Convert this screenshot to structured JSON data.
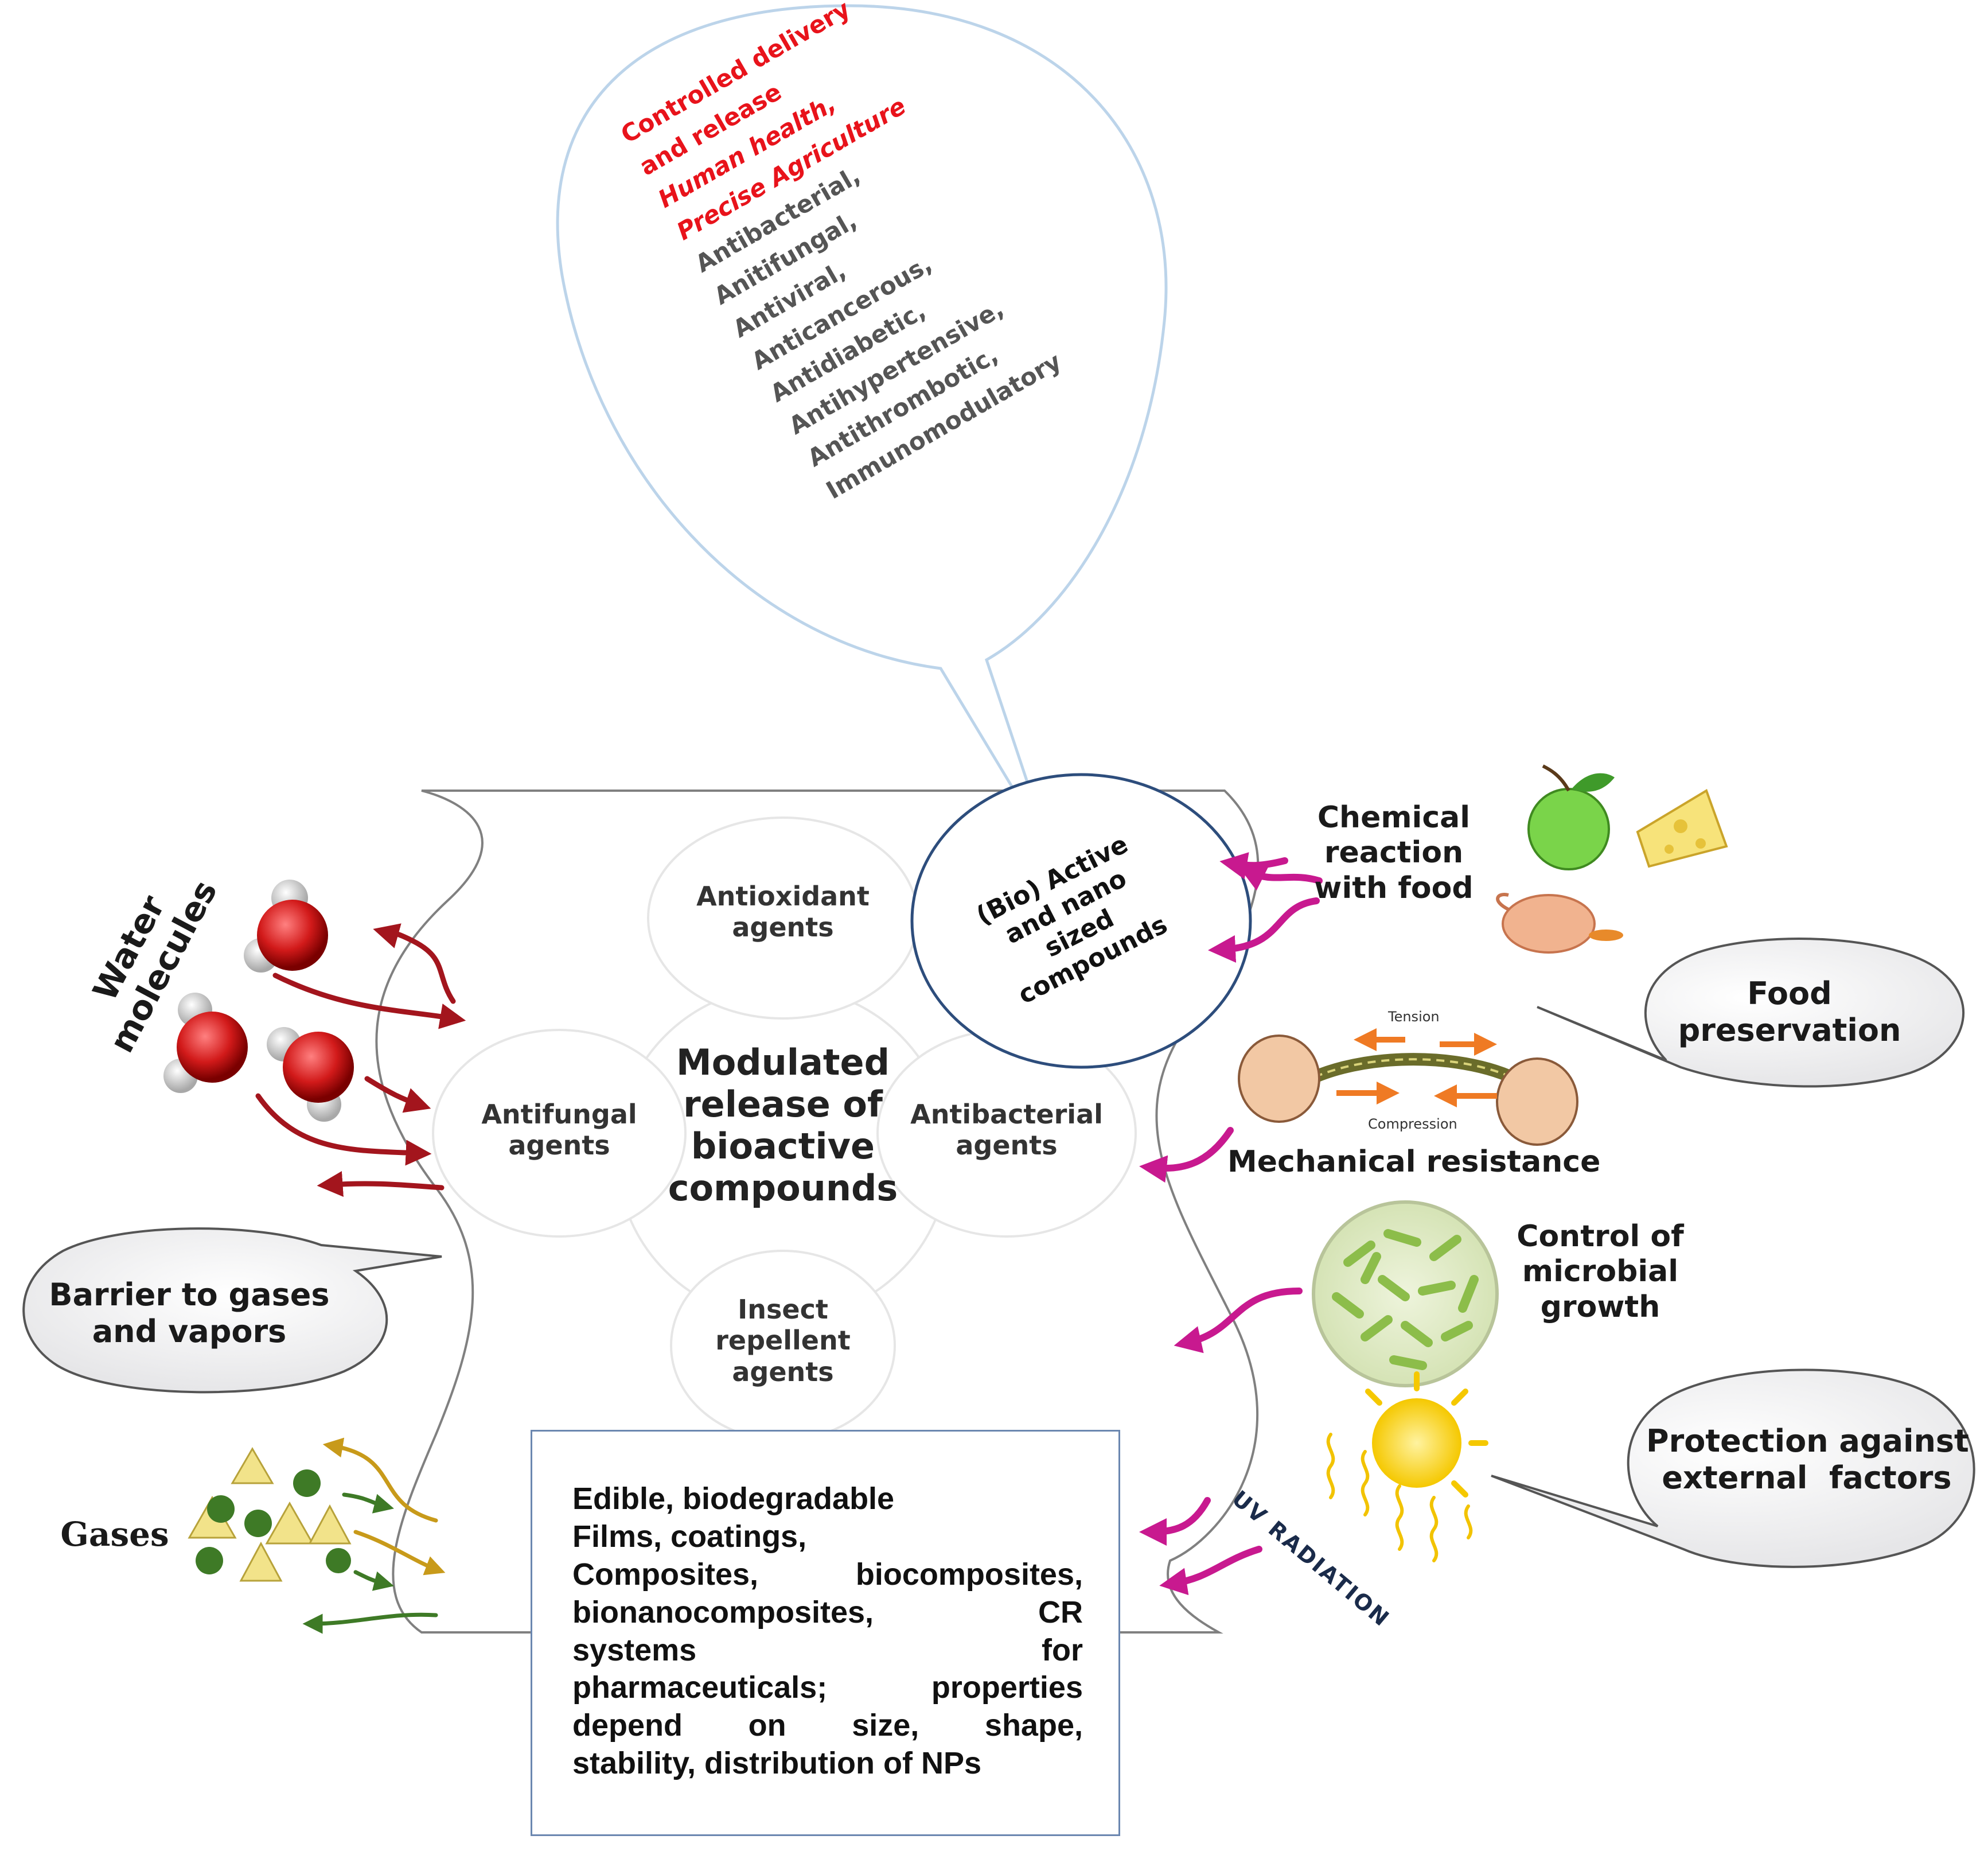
{
  "balloon": {
    "red_lines": [
      "Controlled delivery",
      "and release",
      "Human health,",
      "Precise Agriculture"
    ],
    "grey_lines": [
      "Antibacterial,",
      "Anitifungal,",
      "Antiviral,",
      "Anticancerous,",
      "Antidiabetic,",
      "Antihypertensive,",
      "Antithrombotic,",
      "Immunomodulatory"
    ]
  },
  "center": {
    "title_lines": [
      "Modulated",
      "release of",
      "bioactive",
      "compounds"
    ]
  },
  "petals": {
    "antioxidant": [
      "Antioxidant",
      "agents"
    ],
    "antifungal": [
      "Antifungal",
      "agents"
    ],
    "antibacterial": [
      "Antibacterial",
      "agents"
    ],
    "insect": [
      "Insect",
      "repellent",
      "agents"
    ]
  },
  "bioactive_circle": [
    "(Bio) Active",
    "and nano",
    "sized",
    "compounds"
  ],
  "left": {
    "water_label": "Water molecules",
    "barrier_bubble": [
      "Barrier to gases",
      "and vapors"
    ],
    "gases_label": "Gases"
  },
  "right": {
    "chemical_reaction": [
      "Chemical",
      "reaction",
      "with food"
    ],
    "food_preservation": [
      "Food",
      "preservation"
    ],
    "tension_label": "Tension",
    "compression_label": "Compression",
    "mechanical_resistance": "Mechanical resistance",
    "microbial_growth": [
      "Control of",
      "microbial",
      "growth"
    ],
    "protection_bubble": [
      "Protection against",
      "external  factors"
    ],
    "uv_label": "UV RADIATION"
  },
  "materials_box": {
    "lines": [
      "Edible, biodegradable",
      "Films, coatings,",
      "Composites, biocomposites,",
      "bionanocomposites,         CR",
      "systems                       for",
      "pharmaceuticals; properties",
      "depend on size, shape,",
      "stability, distribution of NPs"
    ]
  },
  "colors": {
    "red_text": "#e8131b",
    "magenta_arrow": "#c8198f",
    "dark_red_arrow": "#a3151d",
    "circle_border": "#2d4d7c",
    "outline": "#8a8a8a"
  }
}
